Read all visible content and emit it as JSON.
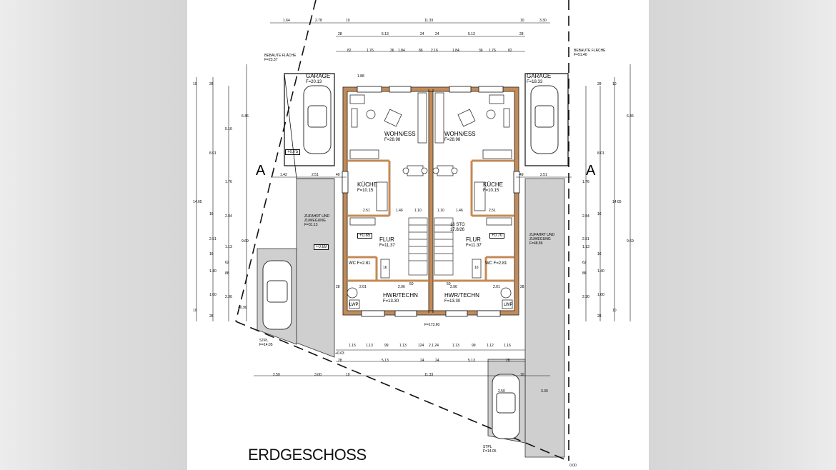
{
  "title": "ERDGESCHOSS",
  "section_marker": "A",
  "colors": {
    "wall": "#c48a55",
    "area": "#cfcfcf",
    "line": "#111111",
    "sheet": "#ffffff"
  },
  "rooms": {
    "wohn_left": {
      "name": "WOHN/ESS",
      "area": "F=28.98"
    },
    "wohn_right": {
      "name": "WOHN/ESS",
      "area": "F=28.98"
    },
    "kueche_left": {
      "name": "KÜCHE",
      "area": "F=10.15"
    },
    "kueche_right": {
      "name": "KÜCHE",
      "area": "F=10.15"
    },
    "flur_left": {
      "name": "FLUR",
      "area": "F=11.37"
    },
    "flur_right": {
      "name": "FLUR",
      "area": "F=11.37"
    },
    "hwr_left": {
      "name": "HWR/TECHN",
      "area": "F=13.30"
    },
    "hwr_right": {
      "name": "HWR/TECHN",
      "area": "F=13.30"
    },
    "wc_left": {
      "name": "WC F=2.81"
    },
    "wc_right": {
      "name": "WC F=2.81"
    },
    "wp_left": "LWP",
    "wp_right": "LWP",
    "stair": {
      "line1": "16 STG",
      "line2": "17.8/26"
    }
  },
  "outside": {
    "garage_left": {
      "name": "GARAGE",
      "area": "F=20.13"
    },
    "garage_right": {
      "name": "GARAGE",
      "area": "F=18.33"
    },
    "bebaute_left": {
      "line1": "BEBAUTE FLÄCHE",
      "line2": "F=23.37"
    },
    "bebaute_right": {
      "line1": "BEBAUTE FLÄCHE",
      "line2": "F=51.40"
    },
    "zufahrt_left": {
      "line1": "ZUFAHRT UND",
      "line2": "ZUWEGUNG",
      "line3": "F=31.13"
    },
    "zufahrt_right": {
      "line1": "ZUFAHRT UND",
      "line2": "ZUWEGUNG",
      "line3": "F=48.86"
    },
    "stpl_left": {
      "line1": "STPL",
      "line2": "F=14.05"
    },
    "stpl_right": {
      "line1": "STPL",
      "line2": "F=14.05"
    },
    "total_area": "F=173.60"
  },
  "levels": {
    "garage_l": "+0.75",
    "drive_l": "+0.69",
    "flur_l": "+0.85",
    "flur_r": "+0.70",
    "corner_l": "+0.90",
    "bottom_l": "+0.63",
    "corner_r": "0.00"
  },
  "dims_top1": [
    "1.64",
    "2.78",
    "10",
    "11.33",
    "10",
    "3.30"
  ],
  "dims_top2": [
    "28",
    "5.13",
    "24",
    "24",
    "5.13",
    "28"
  ],
  "dims_top3": [
    "82",
    "1.76",
    "36",
    "1.84",
    "86",
    "2.16",
    "1.84",
    "36",
    "1.76",
    "82"
  ],
  "dims_bottom1": [
    "1.15",
    "1.13",
    "99",
    "1.13",
    "124",
    "2.1.24",
    "1.13",
    "99",
    "1.12",
    "1.16"
  ],
  "dims_bottom2": [
    "28",
    "5.13",
    "24",
    "24",
    "5.13",
    "28"
  ],
  "dims_bottom3": [
    "2.50",
    "3.00",
    "10",
    "11.33",
    "10"
  ],
  "dims_left": [
    "10",
    "28",
    "5.10",
    "8.01",
    "1.76",
    "16",
    "2.84",
    "2.51",
    "16",
    "1.13",
    "1.40",
    "62",
    "88",
    "1.60",
    "2.30",
    "10",
    "28",
    "14.65",
    "9.69",
    "6.46"
  ],
  "dims_right": [
    "28",
    "10",
    "6.46",
    "8.01",
    "1.76",
    "2.84",
    "16",
    "2.51",
    "16",
    "1.13",
    "1.40",
    "88",
    "62",
    "1.60",
    "2.30",
    "10",
    "28",
    "14.65",
    "9.69"
  ],
  "dims_inner": [
    "1.42",
    "2.51",
    "49",
    "2.51",
    "1.46",
    "1.10",
    "1.10",
    "1.46",
    "2.51",
    "49",
    "2.51",
    "2.96",
    "2.96",
    "2.01",
    "2.01",
    "16",
    "16",
    "50",
    "50",
    "28",
    "28",
    "1.88",
    "2.50",
    "3.30"
  ]
}
